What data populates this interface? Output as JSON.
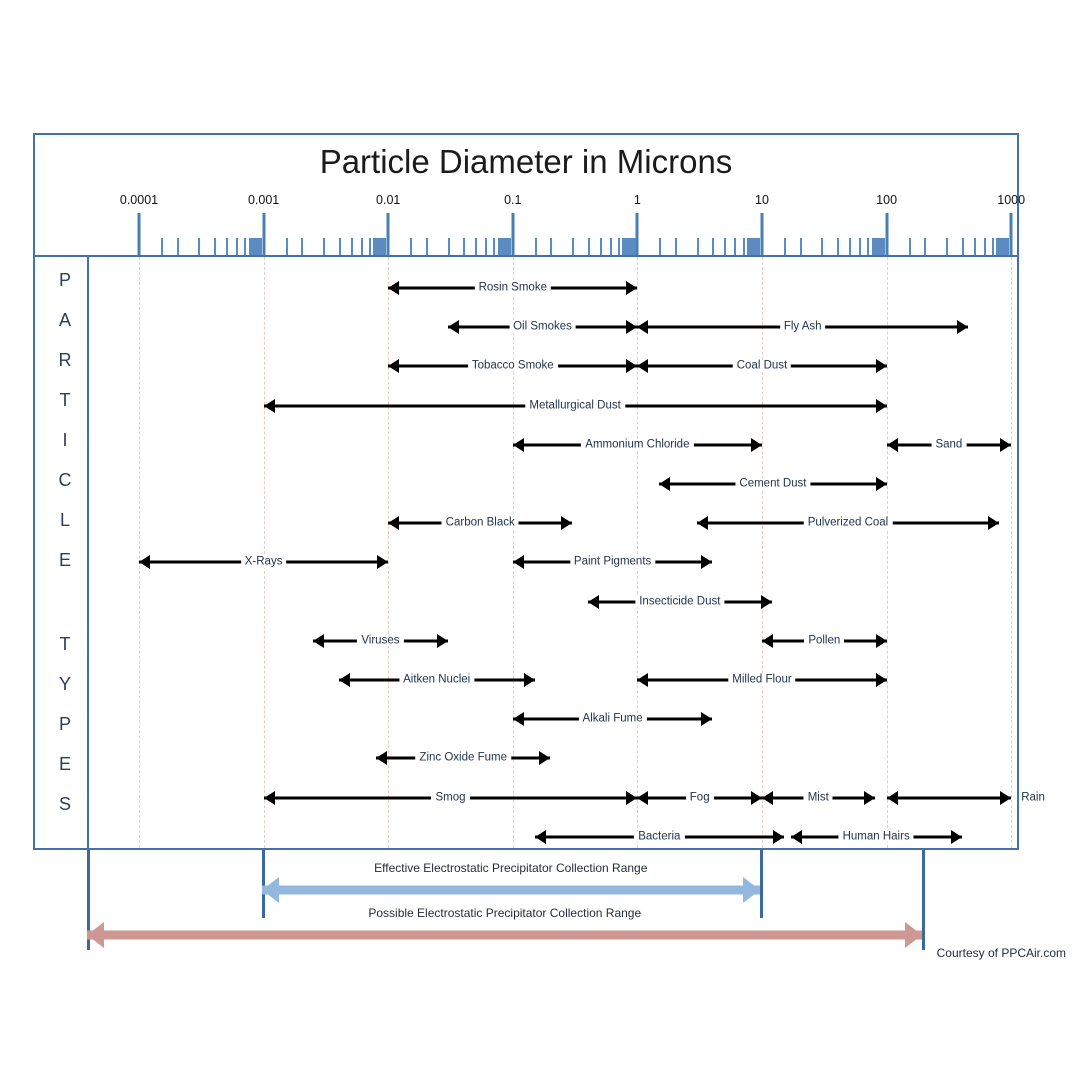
{
  "chart_title": "Particle Diameter in Microns",
  "side_label_top": "PARTICLE",
  "side_label_bottom": "TYPES",
  "courtesy": "Courtesy of PPCAir.com",
  "colors": {
    "frame": "#4472a8",
    "axis_tick": "#4a7fb5",
    "gridline": "#edc9c6",
    "arrow": "#000000",
    "effective_range": "#93b7dd",
    "possible_range": "#cf9791",
    "rule": "#3d6a9e"
  },
  "axis": {
    "label": "Particle Diameter in Microns",
    "scale": "log10",
    "ticks": [
      "0.0001",
      "0.001",
      "0.01",
      "0.1",
      "1",
      "10",
      "100",
      "1000"
    ],
    "tick_values": [
      0.0001,
      0.001,
      0.01,
      0.1,
      1,
      10,
      100,
      1000
    ],
    "min": 0.0001,
    "max": 1000
  },
  "legend_ranges": [
    {
      "label": "Effective Electrostatic Precipitator Collection Range",
      "min": 0.001,
      "max": 10,
      "color": "#93b7dd"
    },
    {
      "label": "Possible Electrostatic Precipitator Collection Range",
      "min": 4e-05,
      "max": 200,
      "color": "#cf9791"
    }
  ],
  "chart_data": {
    "type": "bar",
    "title": "Particle Diameter in Microns",
    "xlabel": "Particle Diameter in Microns",
    "ylabel": "Particle Types",
    "xscale": "log",
    "xlim": [
      0.0001,
      1000
    ],
    "grid": true,
    "legend_position": "bottom",
    "categories": [
      "Rosin Smoke",
      "Oil Smokes",
      "Fly Ash",
      "Tobacco Smoke",
      "Coal Dust",
      "Metallurgical Dust",
      "Ammonium Chloride",
      "Sand",
      "Cement Dust",
      "Carbon Black",
      "Pulverized Coal",
      "X-Rays",
      "Paint Pigments",
      "Insecticide Dust",
      "Viruses",
      "Pollen",
      "Aitken Nuclei",
      "Milled Flour",
      "Alkali Fume",
      "Zinc Oxide Fume",
      "Smog",
      "Fog",
      "Mist",
      "Rain",
      "Bacteria",
      "Human Hairs"
    ],
    "ranges": [
      {
        "name": "Rosin Smoke",
        "min": 0.01,
        "max": 1,
        "row": 0
      },
      {
        "name": "Oil Smokes",
        "min": 0.03,
        "max": 1,
        "row": 1
      },
      {
        "name": "Fly Ash",
        "min": 1,
        "max": 450,
        "row": 1
      },
      {
        "name": "Tobacco Smoke",
        "min": 0.01,
        "max": 1,
        "row": 2
      },
      {
        "name": "Coal Dust",
        "min": 1,
        "max": 100,
        "row": 2
      },
      {
        "name": "Metallurgical Dust",
        "min": 0.001,
        "max": 100,
        "row": 3
      },
      {
        "name": "Ammonium Chloride",
        "min": 0.1,
        "max": 10,
        "row": 4
      },
      {
        "name": "Sand",
        "min": 100,
        "max": 1000,
        "row": 4
      },
      {
        "name": "Cement Dust",
        "min": 1.5,
        "max": 100,
        "row": 5
      },
      {
        "name": "Carbon Black",
        "min": 0.01,
        "max": 0.3,
        "row": 6
      },
      {
        "name": "Pulverized Coal",
        "min": 3,
        "max": 800,
        "row": 6
      },
      {
        "name": "X-Rays",
        "min": 0.0001,
        "max": 0.01,
        "row": 7
      },
      {
        "name": "Paint Pigments",
        "min": 0.1,
        "max": 4,
        "row": 7
      },
      {
        "name": "Insecticide Dust",
        "min": 0.4,
        "max": 12,
        "row": 8
      },
      {
        "name": "Viruses",
        "min": 0.0025,
        "max": 0.03,
        "row": 9
      },
      {
        "name": "Pollen",
        "min": 10,
        "max": 100,
        "row": 9
      },
      {
        "name": "Aitken Nuclei",
        "min": 0.004,
        "max": 0.15,
        "row": 10
      },
      {
        "name": "Milled Flour",
        "min": 1,
        "max": 100,
        "row": 10
      },
      {
        "name": "Alkali Fume",
        "min": 0.1,
        "max": 4,
        "row": 11
      },
      {
        "name": "Zinc Oxide Fume",
        "min": 0.008,
        "max": 0.2,
        "row": 12
      },
      {
        "name": "Smog",
        "min": 0.001,
        "max": 1,
        "row": 13
      },
      {
        "name": "Fog",
        "min": 1,
        "max": 10,
        "row": 13
      },
      {
        "name": "Mist",
        "min": 10,
        "max": 80,
        "row": 13
      },
      {
        "name": "Rain",
        "min": 100,
        "max": 1000,
        "row": 13
      },
      {
        "name": "Bacteria",
        "min": 0.15,
        "max": 15,
        "row": 14
      },
      {
        "name": "Human Hairs",
        "min": 17,
        "max": 400,
        "row": 14
      }
    ]
  },
  "minor_ticks": [
    0.00015,
    0.0002,
    0.0003,
    0.0004,
    0.0005,
    0.0006,
    0.0007,
    0.0008,
    0.0009,
    0.0015,
    0.002,
    0.003,
    0.004,
    0.005,
    0.006,
    0.007,
    0.008,
    0.009,
    0.015,
    0.02,
    0.03,
    0.04,
    0.05,
    0.06,
    0.07,
    0.08,
    0.09,
    0.15,
    0.2,
    0.3,
    0.4,
    0.5,
    0.6,
    0.7,
    0.8,
    0.9,
    1.5,
    2,
    3,
    4,
    5,
    6,
    7,
    8,
    9,
    15,
    20,
    30,
    40,
    50,
    60,
    70,
    80,
    90,
    150,
    200,
    300,
    400,
    500,
    600,
    700,
    800,
    900
  ]
}
